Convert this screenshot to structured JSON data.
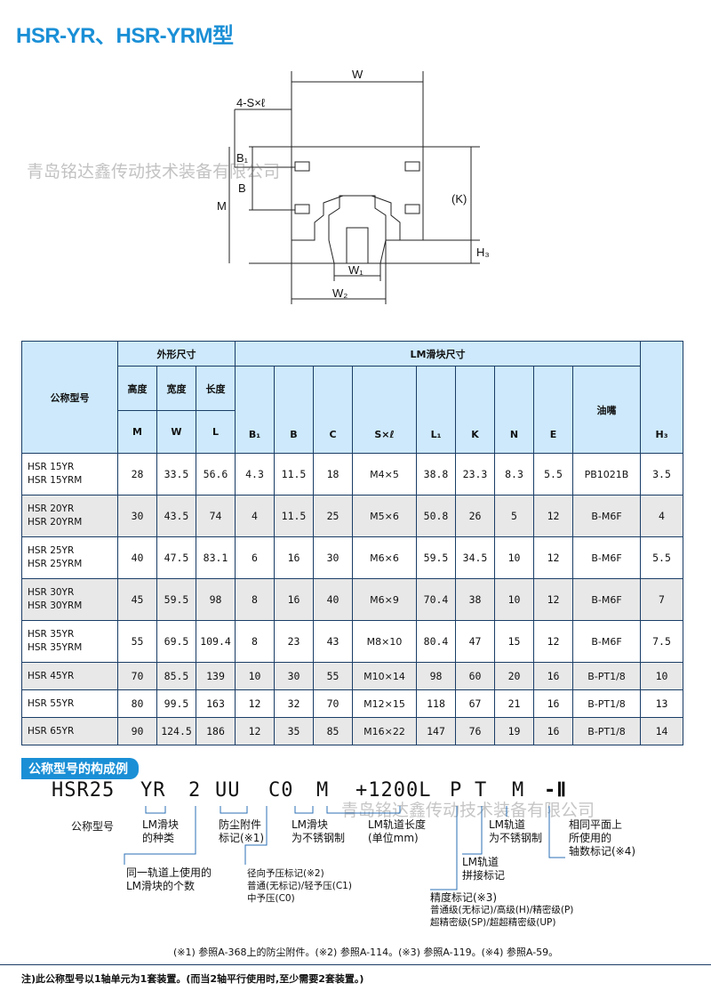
{
  "title": "HSR-YR、HSR-YRM型",
  "watermark": "青岛铭达鑫传动技术装备有限公司",
  "diagram_labels": {
    "W": "W",
    "SxL": "4-S×ℓ",
    "B1": "B₁",
    "B": "B",
    "M": "M",
    "K": "(K)",
    "H3": "H₃",
    "W1": "W₁",
    "W2": "W₂"
  },
  "table": {
    "group_outer": "外形尺寸",
    "group_lm": "LM滑块尺寸",
    "model_header": "公称型号",
    "outer_cols": [
      {
        "cn": "高度",
        "sym": "M"
      },
      {
        "cn": "宽度",
        "sym": "W"
      },
      {
        "cn": "长度",
        "sym": "L"
      }
    ],
    "lm_cols": [
      "B₁",
      "B",
      "C",
      "S×ℓ",
      "L₁",
      "K",
      "N",
      "E"
    ],
    "oil_header": "油嘴",
    "h3_header": "H₃",
    "rows": [
      {
        "model": [
          "HSR 15YR",
          "HSR 15YRM"
        ],
        "vals": [
          "28",
          "33.5",
          "56.6",
          "4.3",
          "11.5",
          "18",
          "M4×5",
          "38.8",
          "23.3",
          "8.3",
          "5.5",
          "PB1021B",
          "3.5"
        ]
      },
      {
        "model": [
          "HSR 20YR",
          "HSR 20YRM"
        ],
        "vals": [
          "30",
          "43.5",
          "74",
          "4",
          "11.5",
          "25",
          "M5×6",
          "50.8",
          "26",
          "5",
          "12",
          "B-M6F",
          "4"
        ]
      },
      {
        "model": [
          "HSR 25YR",
          "HSR 25YRM"
        ],
        "vals": [
          "40",
          "47.5",
          "83.1",
          "6",
          "16",
          "30",
          "M6×6",
          "59.5",
          "34.5",
          "10",
          "12",
          "B-M6F",
          "5.5"
        ]
      },
      {
        "model": [
          "HSR 30YR",
          "HSR 30YRM"
        ],
        "vals": [
          "45",
          "59.5",
          "98",
          "8",
          "16",
          "40",
          "M6×9",
          "70.4",
          "38",
          "10",
          "12",
          "B-M6F",
          "7"
        ]
      },
      {
        "model": [
          "HSR 35YR",
          "HSR 35YRM"
        ],
        "vals": [
          "55",
          "69.5",
          "109.4",
          "8",
          "23",
          "43",
          "M8×10",
          "80.4",
          "47",
          "15",
          "12",
          "B-M6F",
          "7.5"
        ]
      },
      {
        "model": [
          "HSR 45YR"
        ],
        "vals": [
          "70",
          "85.5",
          "139",
          "10",
          "30",
          "55",
          "M10×14",
          "98",
          "60",
          "20",
          "16",
          "B-PT1/8",
          "10"
        ]
      },
      {
        "model": [
          "HSR 55YR"
        ],
        "vals": [
          "80",
          "99.5",
          "163",
          "12",
          "32",
          "70",
          "M12×15",
          "118",
          "67",
          "21",
          "16",
          "B-PT1/8",
          "13"
        ]
      },
      {
        "model": [
          "HSR 65YR"
        ],
        "vals": [
          "90",
          "124.5",
          "186",
          "12",
          "35",
          "85",
          "M16×22",
          "147",
          "76",
          "19",
          "16",
          "B-PT1/8",
          "14"
        ]
      }
    ]
  },
  "composition": {
    "section_title": "公称型号的构成例",
    "parts": [
      "HSR25",
      "YR",
      "2",
      "UU",
      "C0",
      "M",
      "+1200L",
      "P",
      "T",
      "M",
      "-Ⅱ"
    ],
    "labels": {
      "model": "公称型号",
      "slider_type": [
        "LM滑块",
        "的种类"
      ],
      "count": [
        "同一轨道上使用的",
        "LM滑块的个数"
      ],
      "seal": [
        "防尘附件",
        "标记(※1)"
      ],
      "preload": [
        "径向予压标记(※2)",
        "普通(无标记)/轻予压(C1)",
        "中予压(C0)"
      ],
      "stainless_block": [
        "LM滑块",
        "为不锈钢制"
      ],
      "rail_length": [
        "LM轨道长度",
        "(单位mm)"
      ],
      "accuracy": [
        "精度标记(※3)",
        "普通级(无标记)/高级(H)/精密级(P)",
        "超精密级(SP)/超超精密级(UP)"
      ],
      "joint": [
        "LM轨道",
        "拼接标记"
      ],
      "stainless_rail": [
        "LM轨道",
        "为不锈钢制"
      ],
      "axis": [
        "相同平面上",
        "所使用的",
        "轴数标记(※4)"
      ]
    },
    "notes": "(※1) 参照A-368上的防尘附件。(※2) 参照A-114。(※3) 参照A-119。(※4) 参照A-59。",
    "footer": "注)此公称型号以1轴单元为1套装置。(而当2轴平行使用时,至少需要2套装置。)"
  },
  "colors": {
    "accent": "#1a8fd6",
    "header_bg": "#cde9fb",
    "shade": "#e8e8e8",
    "border": "#1a3d66"
  }
}
